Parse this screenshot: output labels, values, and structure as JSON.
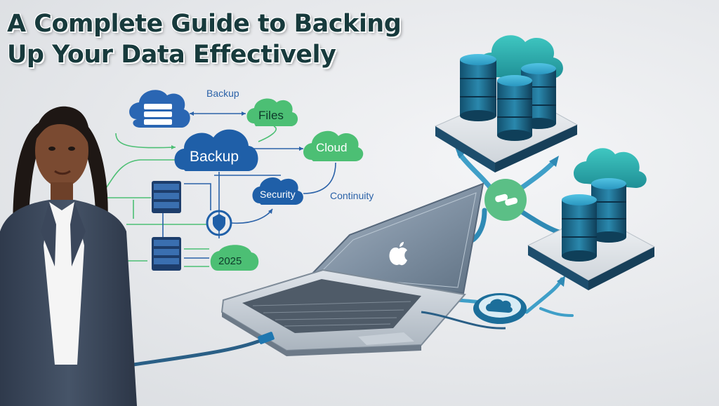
{
  "page": {
    "title_line1": "A Complete Guide to Backing",
    "title_line2": "Up Your Data Effectively"
  },
  "diagram": {
    "label_backup_small": "Backup",
    "label_files": "Files",
    "label_backup_main": "Backup",
    "label_cloud": "Cloud",
    "label_security": "Security",
    "label_continuity": "Continuity",
    "label_year": "2025"
  },
  "colors": {
    "accent_blue": "#1f5fa8",
    "accent_green": "#4cbf74",
    "server_teal": "#2a7fa0",
    "title_text": "#173a3c"
  },
  "icons": [
    "database-icon",
    "cloud-icon",
    "server-icon",
    "shield-icon",
    "laptop-icon",
    "apple-logo-icon",
    "usb-cable-icon"
  ]
}
